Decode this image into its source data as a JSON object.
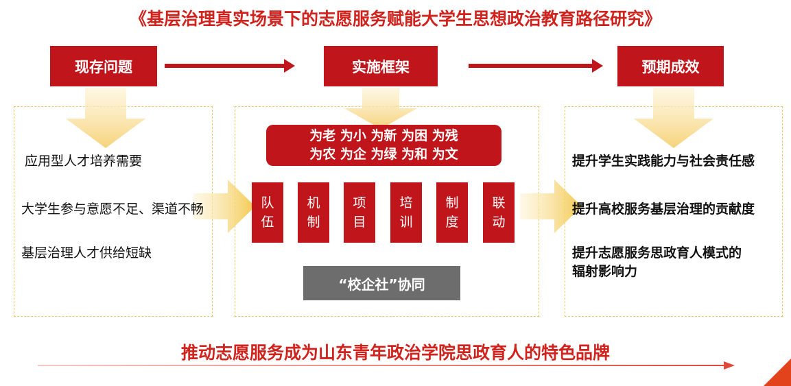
{
  "title": "《基层治理真实场景下的志愿服务赋能大学生思想政治教育路径研究》",
  "headers": {
    "problems": "现存问题",
    "framework": "实施框架",
    "effects": "预期成效"
  },
  "problems": [
    "应用型人才培养需要",
    "大学生参与意愿不足、渠道不畅",
    "基层治理人才供给短缺"
  ],
  "framework": {
    "top_line1": "为老 为小 为新 为困 为残",
    "top_line2": "为农 为企 为绿 为和 为文",
    "columns": [
      {
        "a": "队",
        "b": "伍"
      },
      {
        "a": "机",
        "b": "制"
      },
      {
        "a": "项",
        "b": "目"
      },
      {
        "a": "培",
        "b": "训"
      },
      {
        "a": "制",
        "b": "度"
      },
      {
        "a": "联",
        "b": "动"
      }
    ],
    "collab": "“校企社”协同"
  },
  "effects": [
    "提升学生实践能力与社会责任感",
    "提升高校服务基层治理的贡献度",
    "提升志愿服务思政育人模式的",
    "辐射影响力"
  ],
  "bottom": "推动志愿服务成为山东青年政治学院思政育人的特色品牌",
  "colors": {
    "red": "#c0161b",
    "title_red": "#d0231e",
    "gray": "#6d6d6d",
    "chevron": "#f6d37a"
  }
}
